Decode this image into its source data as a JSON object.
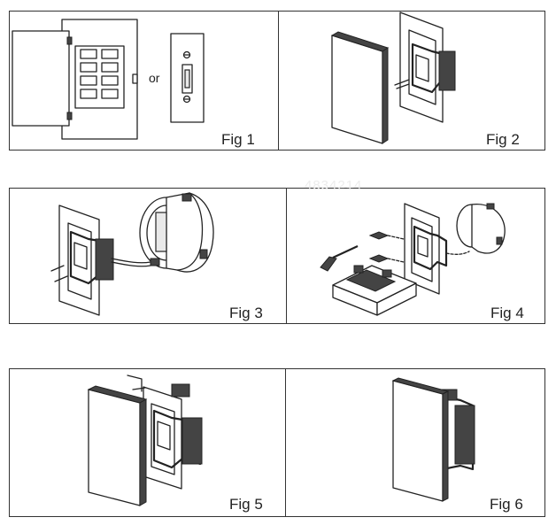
{
  "figures": [
    {
      "id": "fig1",
      "label": "Fig 1",
      "or_text": "or"
    },
    {
      "id": "fig2",
      "label": "Fig 2"
    },
    {
      "id": "fig3",
      "label": "Fig 3"
    },
    {
      "id": "fig4",
      "label": "Fig 4"
    },
    {
      "id": "fig5",
      "label": "Fig 5"
    },
    {
      "id": "fig6",
      "label": "Fig 6"
    }
  ],
  "watermark": "4834214"
}
